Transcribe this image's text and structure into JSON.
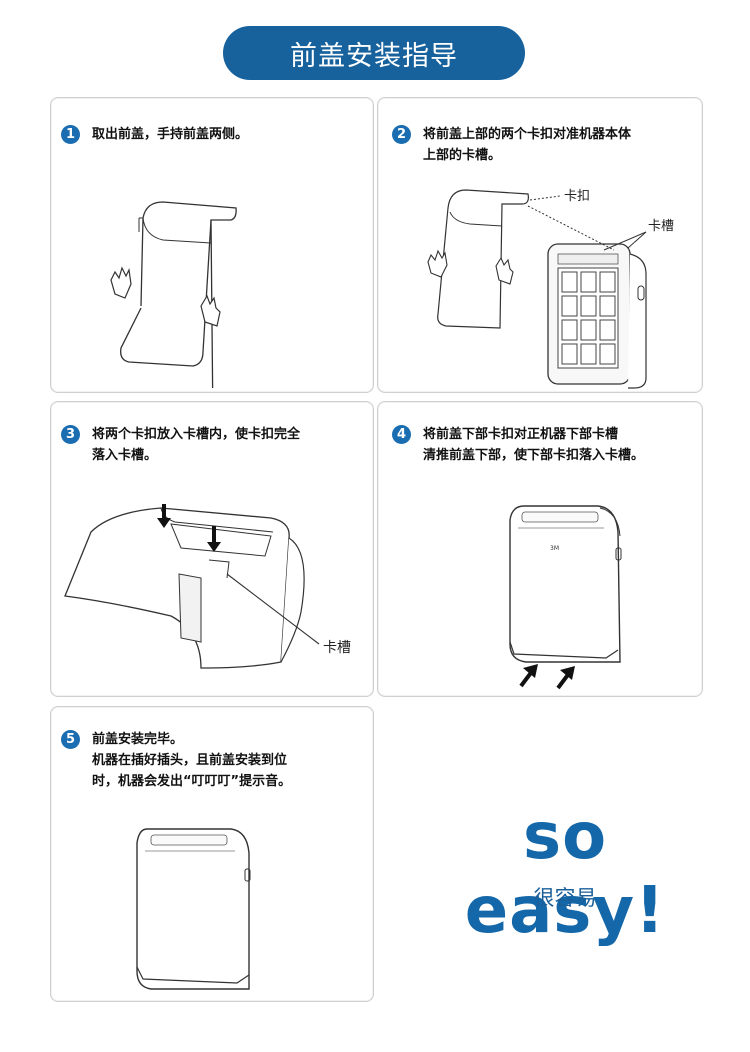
{
  "header": {
    "title": "前盖安装指导"
  },
  "steps": [
    {
      "number": "1",
      "text": "取出前盖，手持前盖两侧。"
    },
    {
      "number": "2",
      "text": "将前盖上部的两个卡扣对准机器本体\n上部的卡槽。",
      "labels": [
        "卡扣",
        "卡槽"
      ]
    },
    {
      "number": "3",
      "text": "将两个卡扣放入卡槽内，使卡扣完全\n落入卡槽。",
      "labels": [
        "卡槽"
      ]
    },
    {
      "number": "4",
      "text": "将前盖下部卡扣对正机器下部卡槽\n清推前盖下部，使下部卡扣落入卡槽。"
    },
    {
      "number": "5",
      "text": "前盖安装完毕。\n机器在插好插头，且前盖安装到位\n时，机器会发出“叮叮叮”提示音。"
    }
  ],
  "slogan": {
    "main": "so easy!",
    "sub": "很容易"
  },
  "colors": {
    "accent": "#17629d",
    "card_border": "#cfcfcf"
  }
}
